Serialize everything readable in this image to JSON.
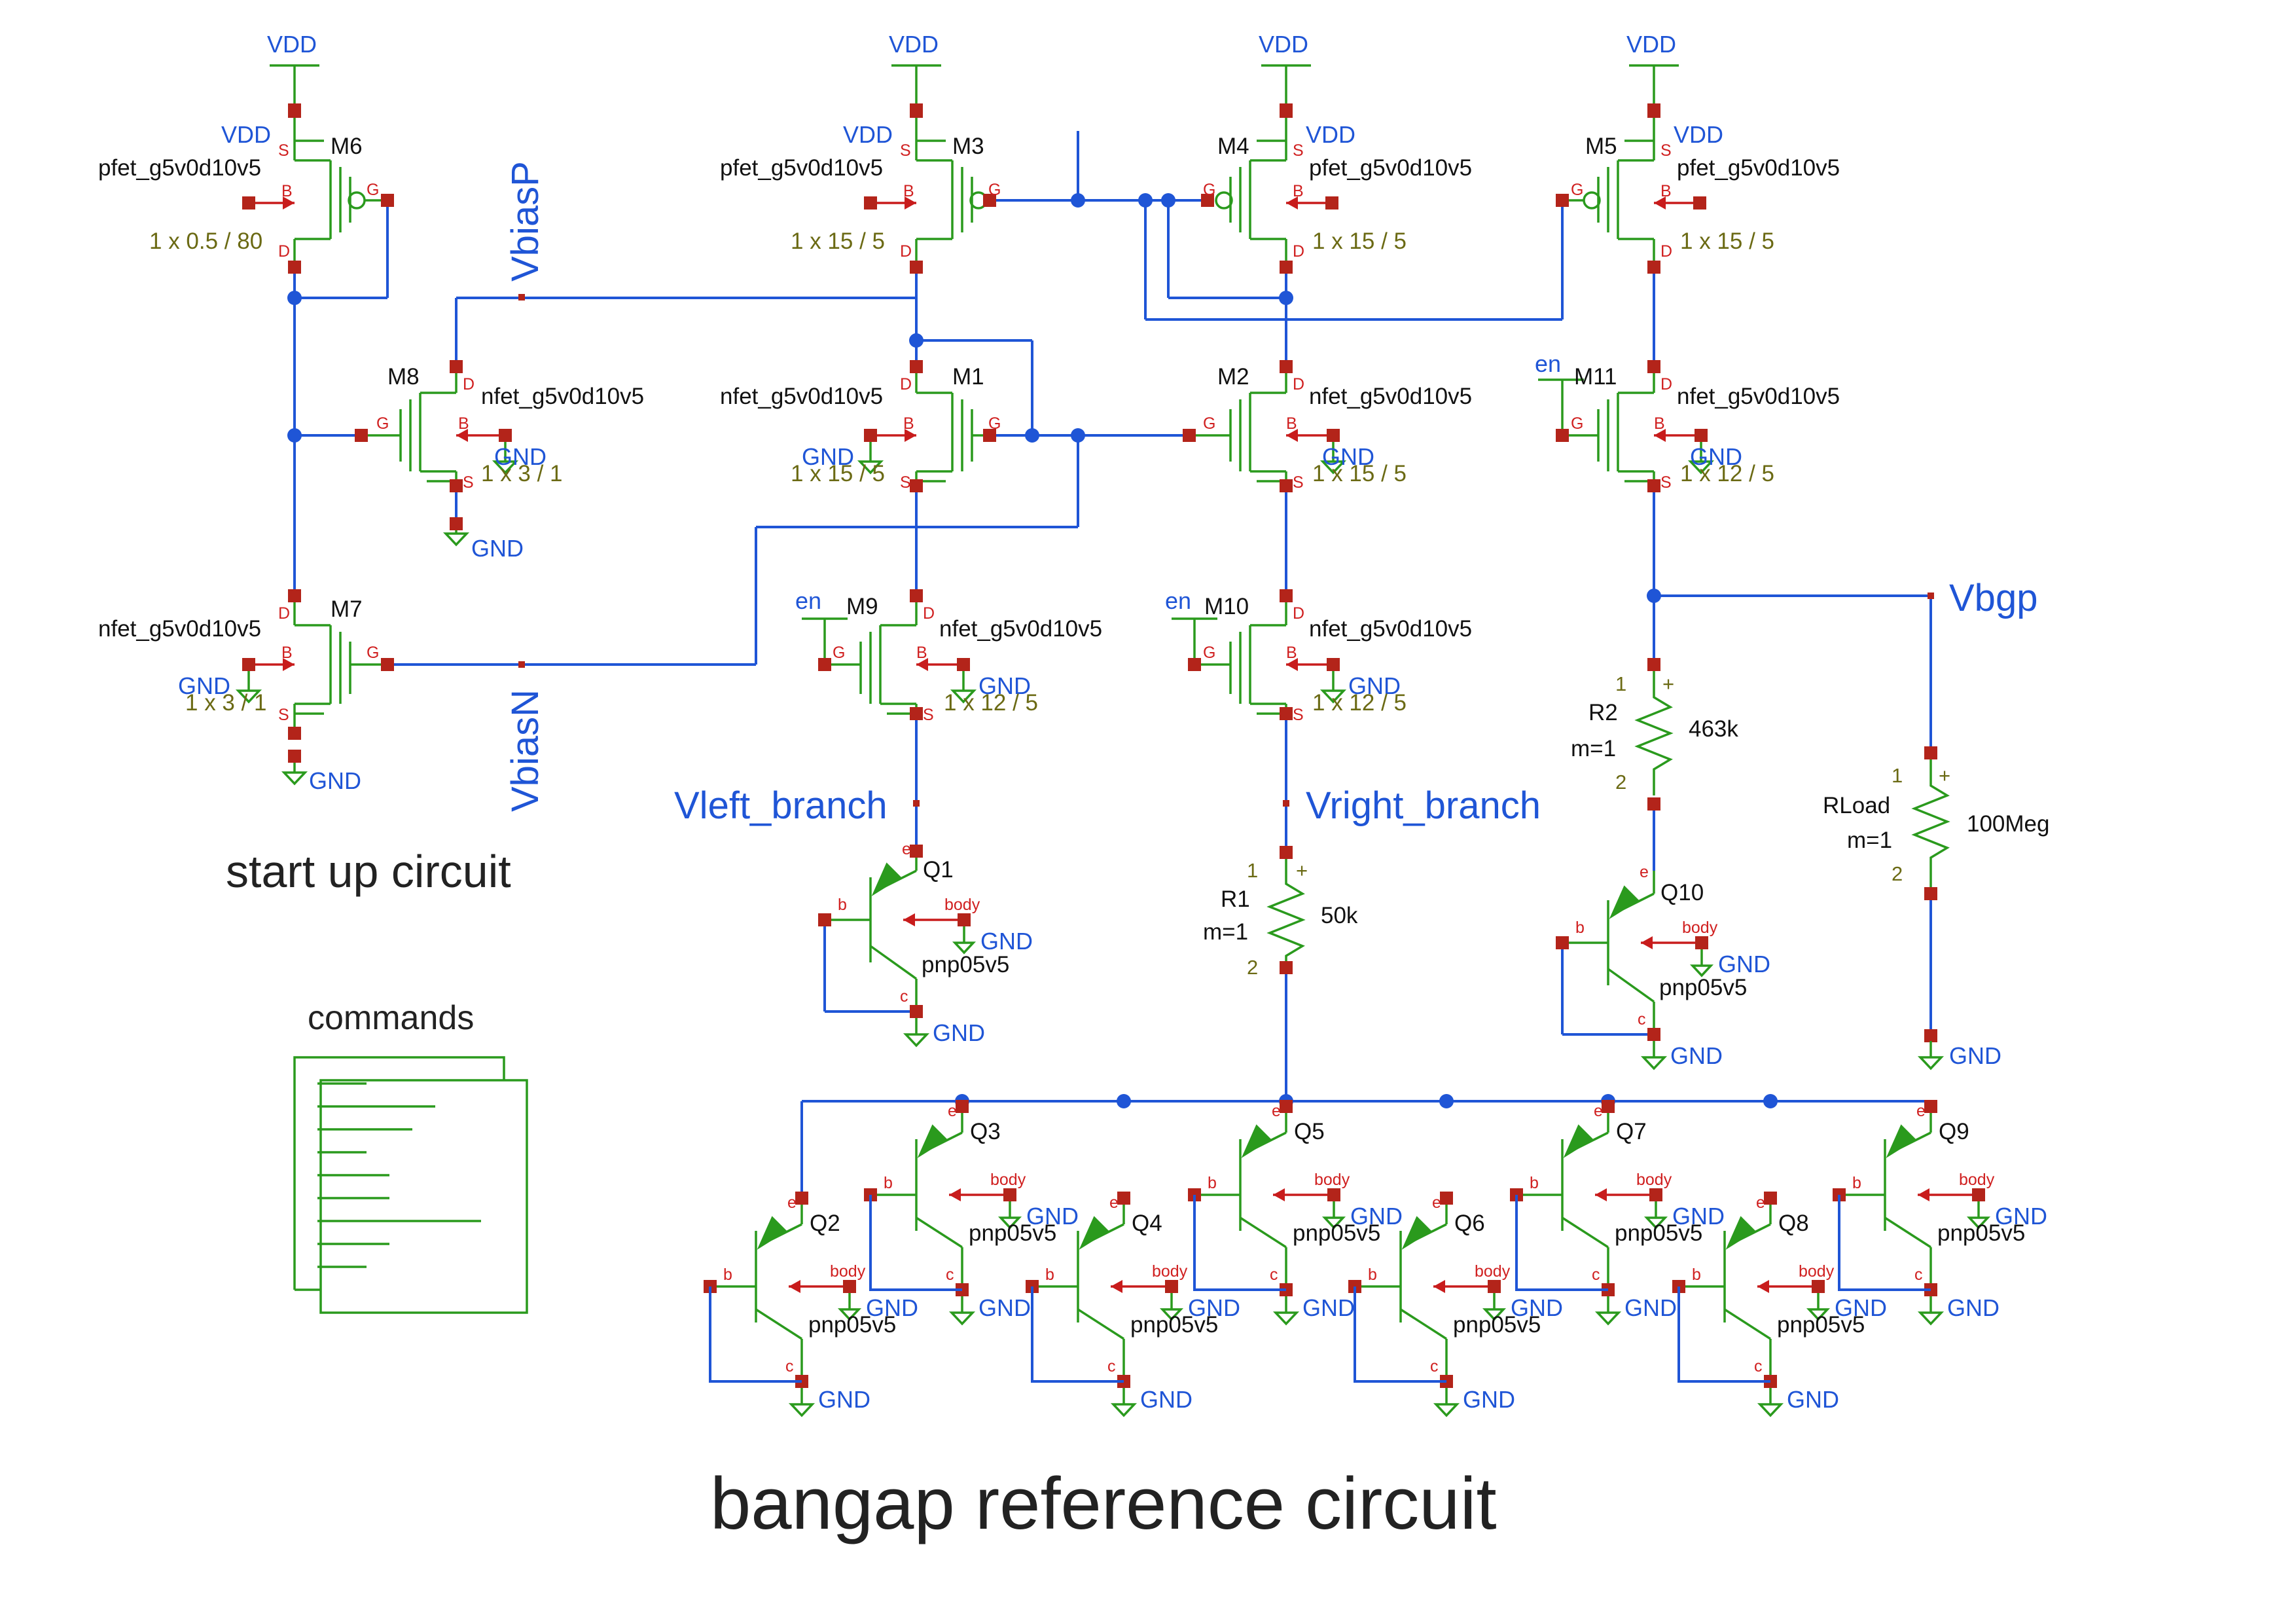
{
  "titles": {
    "main": "bangap reference circuit",
    "startup": "start up circuit",
    "commands": "commands"
  },
  "nets": {
    "vdd": "VDD",
    "gnd": "GND",
    "en": "en",
    "vbiasp": "VbiasP",
    "vbiasn": "VbiasN",
    "vleft": "Vleft_branch",
    "vright": "Vright_branch",
    "vbgp": "Vbgp"
  },
  "pins": {
    "s": "S",
    "d": "D",
    "g": "G",
    "b": "B",
    "e": "e",
    "c": "c",
    "bb": "b",
    "body": "body",
    "plus": "+",
    "one": "1",
    "two": "2"
  },
  "models": {
    "pfet": "pfet_g5v0d10v5",
    "nfet": "nfet_g5v0d10v5",
    "pnp": "pnp05v5"
  },
  "mosfets": [
    {
      "name": "M6",
      "size": "1 x 0.5 / 80"
    },
    {
      "name": "M3",
      "size": "1 x 15 / 5"
    },
    {
      "name": "M4",
      "size": "1 x 15 / 5"
    },
    {
      "name": "M5",
      "size": "1 x 15 / 5"
    },
    {
      "name": "M8",
      "size": "1 x 3 / 1"
    },
    {
      "name": "M1",
      "size": "1 x 15 / 5"
    },
    {
      "name": "M2",
      "size": "1 x 15 / 5"
    },
    {
      "name": "M11",
      "size": "1 x 12 / 5"
    },
    {
      "name": "M7",
      "size": "1 x 3 / 1"
    },
    {
      "name": "M9",
      "size": "1 x 12 / 5"
    },
    {
      "name": "M10",
      "size": "1 x 12 / 5"
    }
  ],
  "bjts": [
    "Q1",
    "Q10",
    "Q2",
    "Q3",
    "Q4",
    "Q5",
    "Q6",
    "Q7",
    "Q8",
    "Q9"
  ],
  "resistors": [
    {
      "name": "R1",
      "value": "50k",
      "m": "m=1"
    },
    {
      "name": "R2",
      "value": "463k",
      "m": "m=1"
    },
    {
      "name": "RLoad",
      "value": "100Meg",
      "m": "m=1"
    }
  ],
  "colors": {
    "wire": "#1f55d6",
    "device": "#2a9a1d",
    "pin": "#b3241a",
    "pin_label": "#d02020",
    "size_label": "#6b6a14"
  }
}
